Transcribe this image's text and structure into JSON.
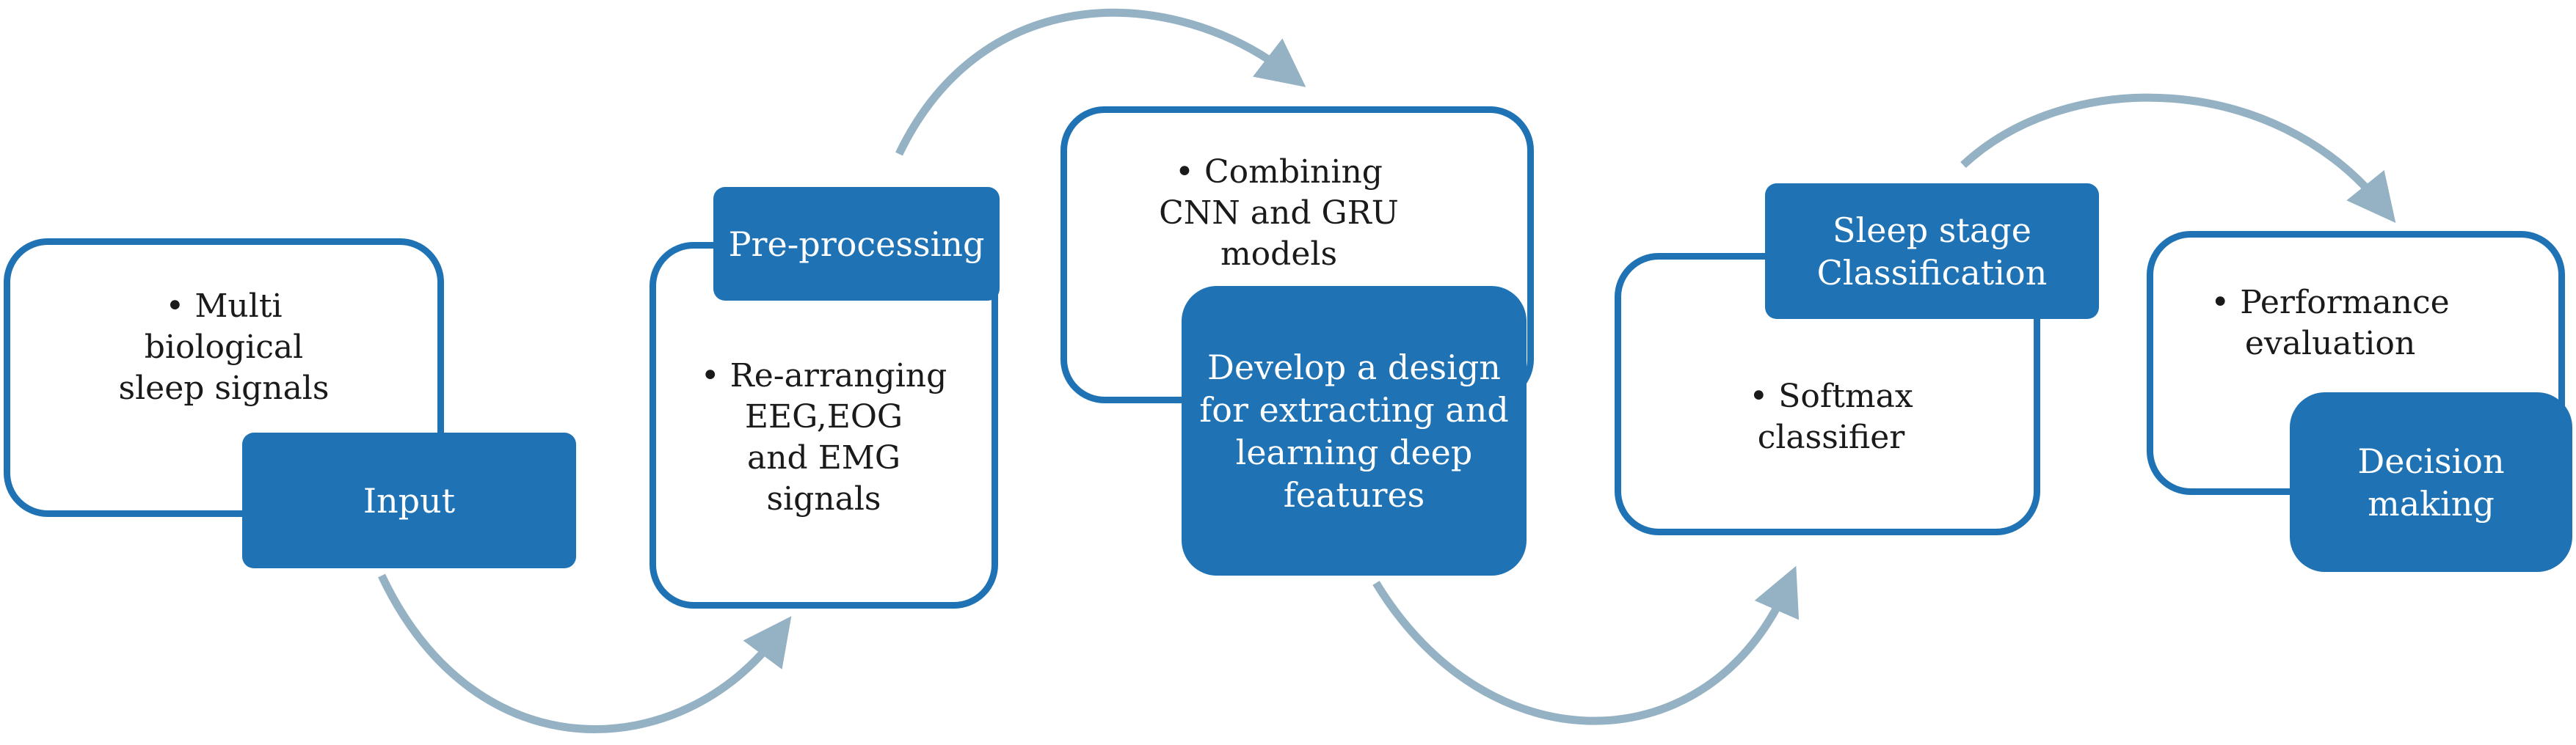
{
  "colors": {
    "box_blue": "#1f73b4",
    "arrow": "#94b2c4",
    "text": "#1a1a1a",
    "label_text": "#ffffff"
  },
  "steps": [
    {
      "label": "Input",
      "detail": [
        "• Multi",
        "biological",
        "sleep signals"
      ]
    },
    {
      "label": "Pre-processing",
      "detail": [
        "• Re-arranging",
        "EEG,EOG",
        "and EMG",
        "signals"
      ]
    },
    {
      "label": [
        "Develop a design",
        "for extracting and",
        "learning deep",
        "features"
      ],
      "detail": [
        "• Combining",
        "CNN and GRU",
        "models"
      ]
    },
    {
      "label": [
        "Sleep stage",
        "Classification"
      ],
      "detail": [
        "• Softmax",
        "classifier"
      ]
    },
    {
      "label": [
        "Decision",
        "making"
      ],
      "detail": [
        "• Performance",
        "evaluation"
      ]
    }
  ]
}
